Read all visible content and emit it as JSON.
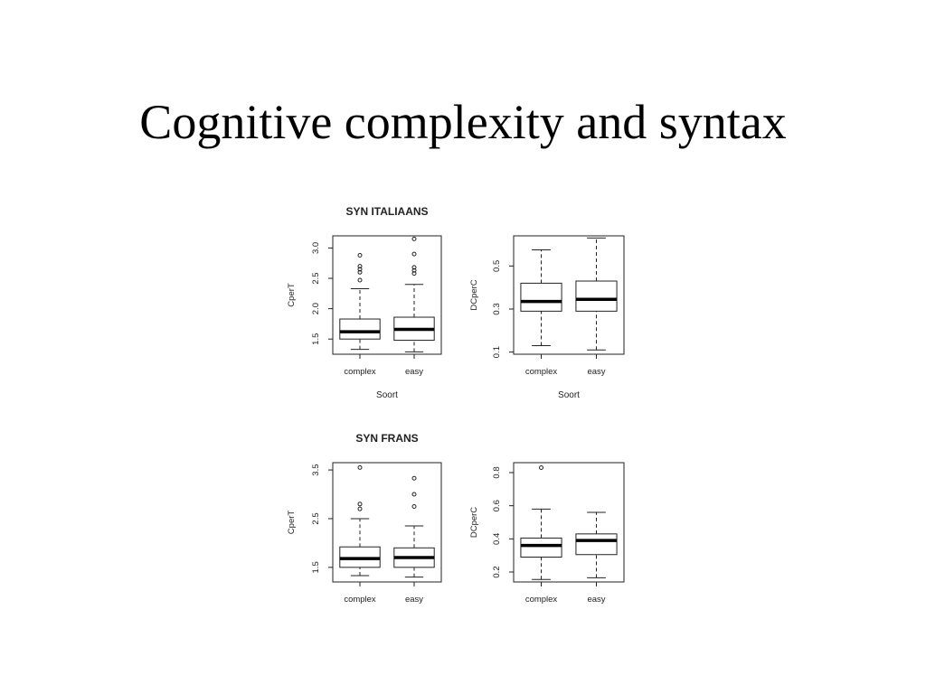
{
  "slide": {
    "title": "Cognitive complexity and syntax"
  },
  "chart_data": [
    {
      "type": "boxplot",
      "title": "SYN ITALIAANS",
      "xlabel": "Soort",
      "ylabel": "CperT",
      "categories": [
        "complex",
        "easy"
      ],
      "ylim": [
        1.25,
        3.2
      ],
      "yticks": [
        1.5,
        2.0,
        2.5,
        3.0
      ],
      "ytick_labels": [
        "1.5",
        "2.0",
        "2.5",
        "3.0"
      ],
      "boxes": [
        {
          "name": "complex",
          "whisker_low": 1.33,
          "q1": 1.5,
          "median": 1.62,
          "q3": 1.83,
          "whisker_high": 2.33,
          "outliers": [
            2.47,
            2.6,
            2.65,
            2.7,
            2.88
          ]
        },
        {
          "name": "easy",
          "whisker_low": 1.29,
          "q1": 1.48,
          "median": 1.66,
          "q3": 1.86,
          "whisker_high": 2.4,
          "outliers": [
            2.58,
            2.63,
            2.68,
            2.9,
            3.15
          ]
        }
      ]
    },
    {
      "type": "boxplot",
      "title": "",
      "xlabel": "Soort",
      "ylabel": "DCperC",
      "categories": [
        "complex",
        "easy"
      ],
      "ylim": [
        0.09,
        0.64
      ],
      "yticks": [
        0.1,
        0.3,
        0.5
      ],
      "ytick_labels": [
        "0.1",
        "0.3",
        "0.5"
      ],
      "boxes": [
        {
          "name": "complex",
          "whisker_low": 0.13,
          "q1": 0.29,
          "median": 0.335,
          "q3": 0.42,
          "whisker_high": 0.575,
          "outliers": []
        },
        {
          "name": "easy",
          "whisker_low": 0.11,
          "q1": 0.29,
          "median": 0.345,
          "q3": 0.43,
          "whisker_high": 0.63,
          "outliers": []
        }
      ]
    },
    {
      "type": "boxplot",
      "title": "SYN FRANS",
      "xlabel": "",
      "ylabel": "CperT",
      "categories": [
        "complex",
        "easy"
      ],
      "ylim": [
        1.2,
        3.65
      ],
      "yticks": [
        1.5,
        2.5,
        3.5
      ],
      "ytick_labels": [
        "1.5",
        "2.5",
        "3.5"
      ],
      "boxes": [
        {
          "name": "complex",
          "whisker_low": 1.33,
          "q1": 1.5,
          "median": 1.68,
          "q3": 1.92,
          "whisker_high": 2.5,
          "outliers": [
            2.7,
            2.8,
            3.55
          ]
        },
        {
          "name": "easy",
          "whisker_low": 1.3,
          "q1": 1.5,
          "median": 1.7,
          "q3": 1.9,
          "whisker_high": 2.35,
          "outliers": [
            2.75,
            3.0,
            3.33
          ]
        }
      ]
    },
    {
      "type": "boxplot",
      "title": "",
      "xlabel": "",
      "ylabel": "DCperC",
      "categories": [
        "complex",
        "easy"
      ],
      "ylim": [
        0.14,
        0.86
      ],
      "yticks": [
        0.2,
        0.4,
        0.6,
        0.8
      ],
      "ytick_labels": [
        "0.2",
        "0.4",
        "0.6",
        "0.8"
      ],
      "boxes": [
        {
          "name": "complex",
          "whisker_low": 0.155,
          "q1": 0.29,
          "median": 0.36,
          "q3": 0.405,
          "whisker_high": 0.58,
          "outliers": [
            0.83
          ]
        },
        {
          "name": "easy",
          "whisker_low": 0.165,
          "q1": 0.305,
          "median": 0.39,
          "q3": 0.43,
          "whisker_high": 0.56,
          "outliers": []
        }
      ]
    }
  ]
}
